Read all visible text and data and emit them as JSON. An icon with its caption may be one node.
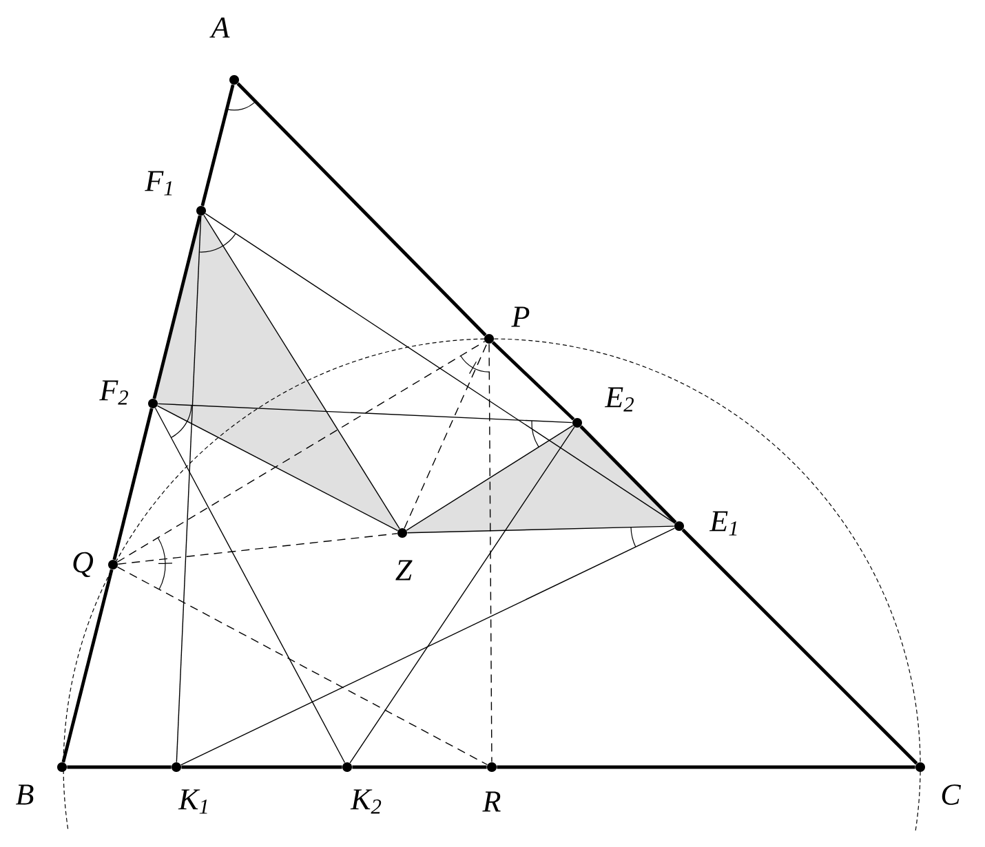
{
  "diagram": {
    "nodes": [
      {
        "text": [
          "A"
        ]
      },
      {
        "text": [
          "F$_{1}$"
        ]
      },
      {
        "text": [
          "F$_{2}$"
        ]
      },
      {
        "text": [
          "P"
        ]
      },
      {
        "text": [
          "E$_{2}$"
        ]
      },
      {
        "text": [
          "E$_{1}$"
        ]
      },
      {
        "text": [
          "Q"
        ]
      },
      {
        "text": [
          "Z"
        ]
      },
      {
        "text": [
          "B"
        ]
      },
      {
        "text": [
          "K$_{1}$"
        ]
      },
      {
        "text": [
          "K$_{2}$"
        ]
      },
      {
        "text": [
          "R"
        ]
      },
      {
        "text": [
          "C"
        ]
      }
    ],
    "edges": [
      {
        "from": 0,
        "to": 1,
        "arrow": "none",
        "style": "thick"
      },
      {
        "from": 1,
        "to": 2,
        "arrow": "none",
        "style": "thick"
      },
      {
        "from": 2,
        "to": 6,
        "arrow": "none",
        "style": "thick"
      },
      {
        "from": 6,
        "to": 8,
        "arrow": "none",
        "style": "thick"
      },
      {
        "from": 8,
        "to": 9,
        "arrow": "none",
        "style": "thick"
      },
      {
        "from": 9,
        "to": 10,
        "arrow": "none",
        "style": "thick"
      },
      {
        "from": 10,
        "to": 11,
        "arrow": "none",
        "style": "thick"
      },
      {
        "from": 11,
        "to": 12,
        "arrow": "none",
        "style": "thick"
      },
      {
        "from": 0,
        "to": 3,
        "arrow": "none",
        "style": "thick"
      },
      {
        "from": 3,
        "to": 4,
        "arrow": "none",
        "style": "thick"
      },
      {
        "from": 4,
        "to": 5,
        "arrow": "none",
        "style": "thick"
      },
      {
        "from": 5,
        "to": 12,
        "arrow": "none",
        "style": "thick"
      },
      {
        "from": 1,
        "to": 5,
        "arrow": "none"
      },
      {
        "from": 1,
        "to": 9,
        "arrow": "none"
      },
      {
        "from": 1,
        "to": 7,
        "arrow": "none"
      },
      {
        "from": 2,
        "to": 4,
        "arrow": "none"
      },
      {
        "from": 2,
        "to": 7,
        "arrow": "none"
      },
      {
        "from": 2,
        "to": 10,
        "arrow": "none"
      },
      {
        "from": 7,
        "to": 5,
        "arrow": "none"
      },
      {
        "from": 7,
        "to": 4,
        "arrow": "none"
      },
      {
        "from": 9,
        "to": 5,
        "arrow": "none"
      },
      {
        "from": 10,
        "to": 4,
        "arrow": "none"
      },
      {
        "from": 6,
        "to": 3,
        "arrow": "none",
        "style": "dashed"
      },
      {
        "from": 6,
        "to": 7,
        "arrow": "none",
        "style": "dashed"
      },
      {
        "from": 6,
        "to": 11,
        "arrow": "none",
        "style": "dashed"
      },
      {
        "from": 7,
        "to": 3,
        "arrow": "none",
        "style": "dashed"
      },
      {
        "from": 3,
        "to": 11,
        "arrow": "none",
        "style": "dashed"
      }
    ]
  }
}
